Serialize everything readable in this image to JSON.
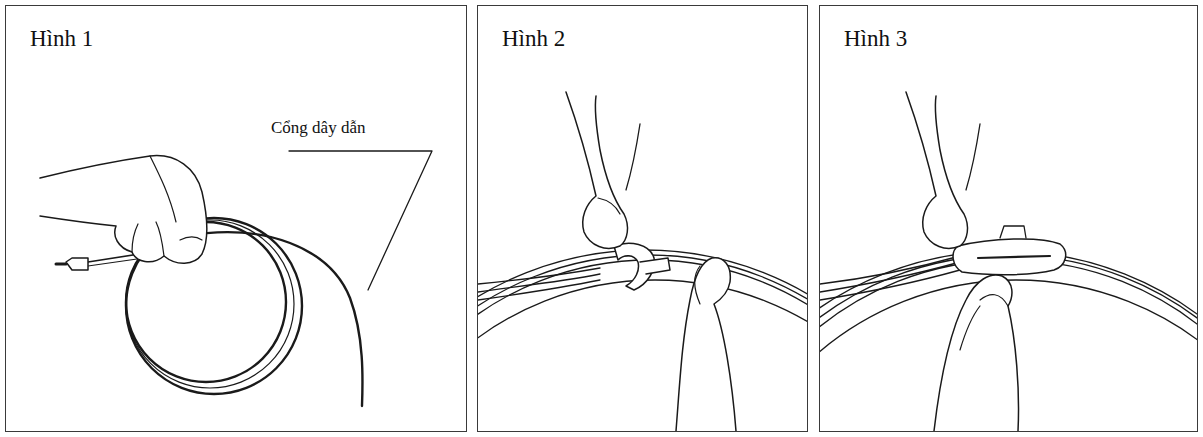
{
  "diagram": {
    "nodes": [
      {
        "text": [
          "Hình 1"
        ]
      },
      {
        "text": [
          "Hình 2"
        ]
      },
      {
        "text": [
          "Hình 3"
        ]
      }
    ],
    "labels": [
      "Cổng dây dẫn"
    ]
  }
}
